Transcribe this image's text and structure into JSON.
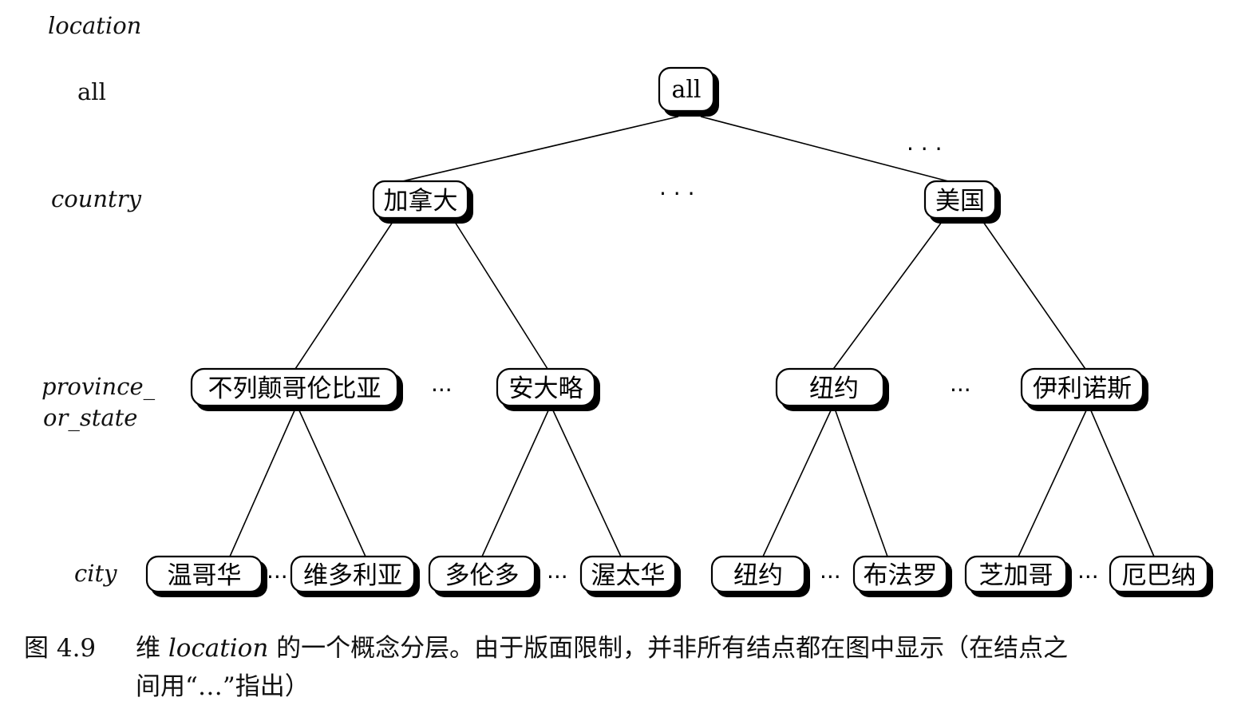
{
  "levels": {
    "location": "location",
    "all": "all",
    "country": "country",
    "province_line1": "province_",
    "province_line2": "or_state",
    "city": "city"
  },
  "nodes": {
    "root": "all",
    "canada": "加拿大",
    "usa": "美国",
    "bc": "不列颠哥伦比亚",
    "ontario": "安大略",
    "newyork_state": "纽约",
    "illinois": "伊利诺斯",
    "vancouver": "温哥华",
    "victoria": "维多利亚",
    "toronto": "多伦多",
    "ottawa": "渥太华",
    "newyork_city": "纽约",
    "buffalo": "布法罗",
    "chicago": "芝加哥",
    "urbana": "厄巴纳"
  },
  "ellipsis": "...",
  "ellipsis_mid": "· · ·",
  "caption": {
    "number": "图 4.9",
    "text_before": "维 ",
    "text_term": "location",
    "text_after": " 的一个概念分层。由于版面限制，并非所有结点都在图中显示（在结点之",
    "line2": "间用“…”指出）"
  }
}
